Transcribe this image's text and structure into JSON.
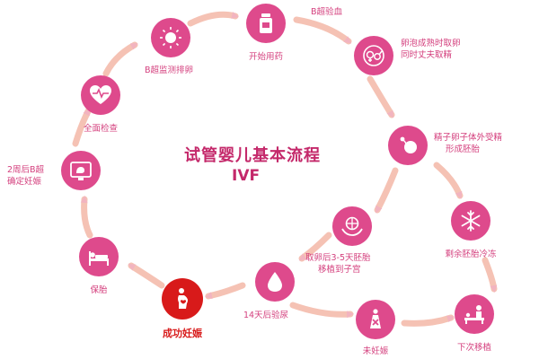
{
  "diagram": {
    "title": "试管婴儿基本流程",
    "subtitle": "IVF",
    "accent_color": "#de4a8c",
    "success_color": "#d81a1a",
    "steps": [
      {
        "id": "exam",
        "label": "全面检查",
        "icon": "heart-ecg-icon"
      },
      {
        "id": "ultrasound-ovulation",
        "label": "B超监测排卵",
        "icon": "sun-icon"
      },
      {
        "id": "medication",
        "label": "开始用药",
        "icon": "medicine-bottle-icon"
      },
      {
        "id": "ultrasound-blood",
        "label": "B超验血",
        "icon": ""
      },
      {
        "id": "egg-retrieval",
        "label_1": "卵泡成熟时取卵",
        "label_2": "同时丈夫取精",
        "icon": "gender-symbols-icon"
      },
      {
        "id": "fertilization",
        "label_1": "精子卵子体外受精",
        "label_2": "形成胚胎",
        "icon": "sperm-egg-icon"
      },
      {
        "id": "embryo-transfer",
        "label_1": "取卵后3-5天胚胎",
        "label_2": "移植到子宫",
        "icon": "hands-globe-icon"
      },
      {
        "id": "freeze",
        "label": "剩余胚胎冷冻",
        "icon": "snowflake-icon"
      },
      {
        "id": "urine-test",
        "label": "14天后验尿",
        "icon": "droplet-icon"
      },
      {
        "id": "not-pregnant",
        "label": "未妊娠",
        "icon": "pregnant-cross-icon"
      },
      {
        "id": "next-transfer",
        "label": "下次移植",
        "icon": "doctor-patient-icon"
      },
      {
        "id": "success",
        "label": "成功妊娠",
        "icon": "pregnant-woman-icon"
      },
      {
        "id": "protect",
        "label": "保胎",
        "icon": "bed-rest-icon"
      },
      {
        "id": "confirm",
        "label_1": "2周后B超",
        "label_2": "确定妊娠",
        "icon": "ultrasound-monitor-icon"
      }
    ]
  }
}
